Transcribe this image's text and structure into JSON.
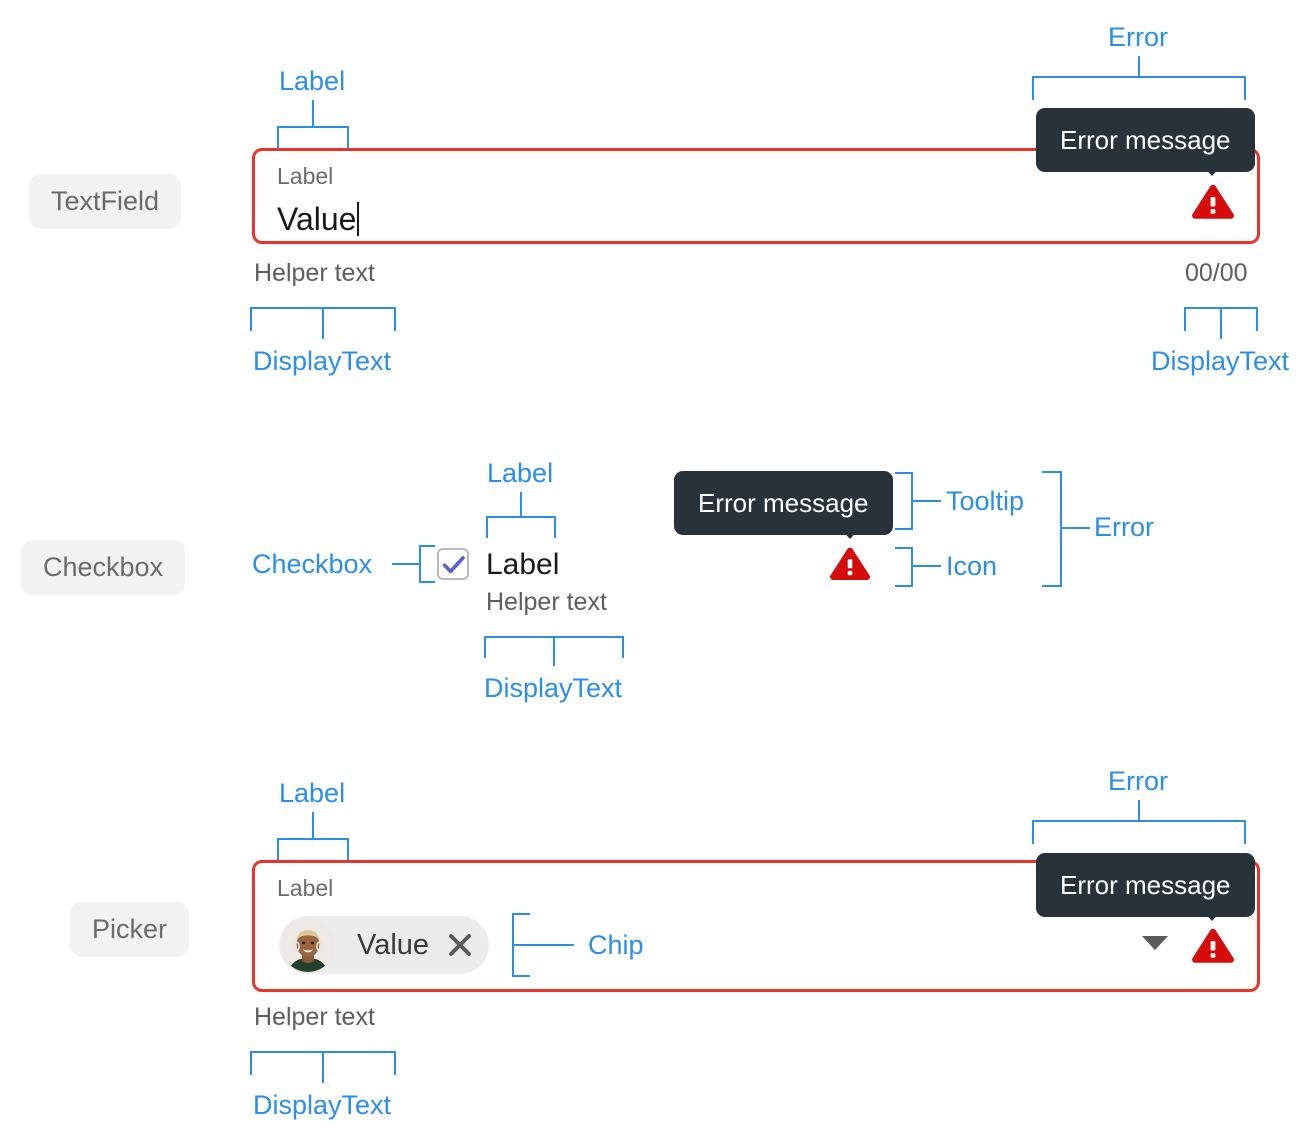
{
  "page": {
    "title": "Form field anatomy annotations",
    "colors": {
      "annotation": "#2b8fe8",
      "error_border": "#e8342a",
      "error_icon": "#d60b0b",
      "tooltip_bg": "#27323a",
      "pill_bg": "#f2f2f2",
      "chip_bg": "#ececec",
      "checkbox_check": "#5b5fd0"
    }
  },
  "sections": {
    "textfield": {
      "component_name": "TextField",
      "label": "Label",
      "value": "Value",
      "helper_text": "Helper text",
      "counter": "00/00",
      "tooltip": "Error message",
      "error_icon_name": "error-triangle-icon",
      "annotations": {
        "label": "Label",
        "error": "Error",
        "helper_displaytext": "DisplayText",
        "counter_displaytext": "DisplayText"
      }
    },
    "checkbox": {
      "component_name": "Checkbox",
      "label": "Label",
      "helper_text": "Helper text",
      "checked": true,
      "tooltip": "Error message",
      "error_icon_name": "error-triangle-icon",
      "annotations": {
        "checkbox": "Checkbox",
        "label": "Label",
        "displaytext": "DisplayText",
        "tooltip": "Tooltip",
        "icon": "Icon",
        "error": "Error"
      }
    },
    "picker": {
      "component_name": "Picker",
      "label": "Label",
      "chip_value": "Value",
      "chip_remove_icon_name": "close-icon",
      "helper_text": "Helper text",
      "tooltip": "Error message",
      "dropdown_icon_name": "chevron-down-icon",
      "error_icon_name": "error-triangle-icon",
      "annotations": {
        "label": "Label",
        "error": "Error",
        "chip": "Chip",
        "displaytext": "DisplayText"
      }
    }
  }
}
